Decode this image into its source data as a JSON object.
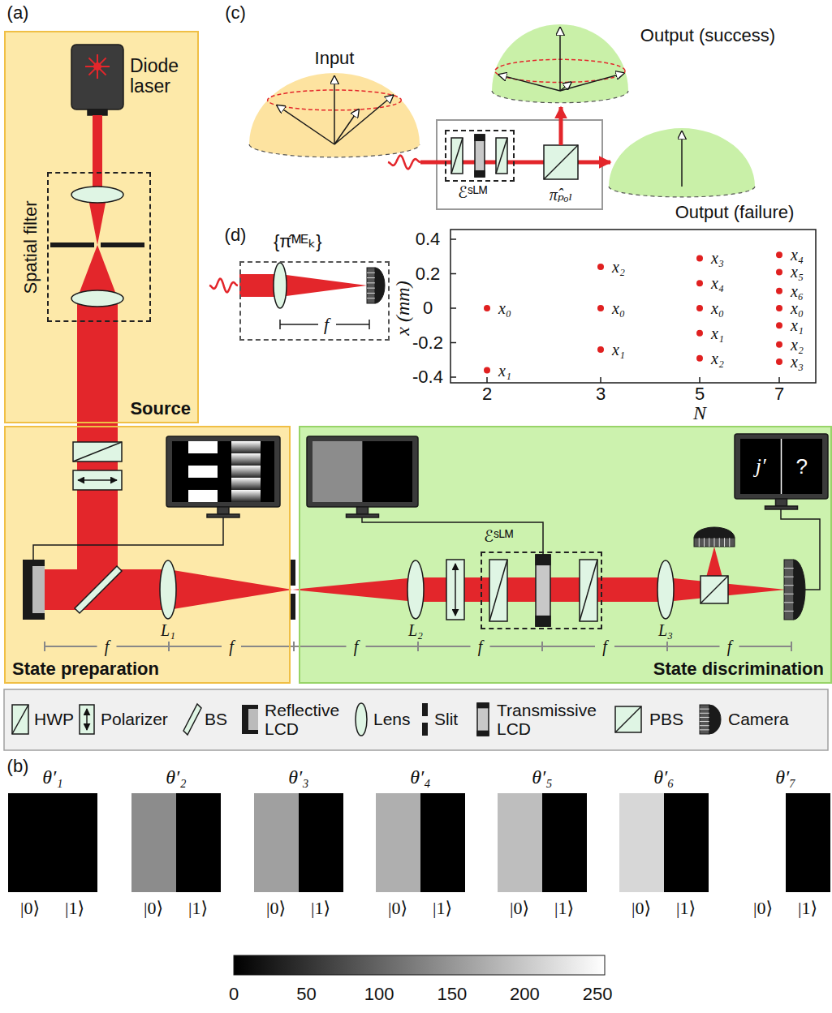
{
  "diagram": {
    "nodes": [
      {
        "text": [
          "Source"
        ]
      },
      {
        "text": [
          "Diode laser"
        ],
        "in": 0
      },
      {
        "text": [
          "Spatial filter"
        ],
        "in": 0
      },
      {
        "text": [
          "State preparation"
        ]
      },
      {
        "text": [
          "State discrimination"
        ]
      },
      {
        "text": [
          "ℰˢᴸᴹ"
        ],
        "in": 4
      },
      {
        "text": [
          "j′",
          "?"
        ],
        "in": 4
      },
      {
        "text": [
          "ℰˢᴸᴹ"
        ]
      },
      {
        "text": [
          "{π̂ᴹᴱₖ}",
          "f"
        ]
      }
    ],
    "labels": [
      "(a)",
      "(c)",
      "(d)",
      "(b)",
      "Input",
      "Output (success)",
      "Output (failure)",
      "π̂ₚₒₗ",
      "0.4",
      "0.2",
      "0",
      "-0.2",
      "-0.4",
      "x (mm)",
      "2",
      "3",
      "5",
      "7",
      "N",
      "x₀",
      "x₁",
      "x₂",
      "x₀",
      "x₁",
      "x₃",
      "x₄",
      "x₀",
      "x₁",
      "x₂",
      "x₄",
      "x₅",
      "x₆",
      "x₀",
      "x₁",
      "x₂",
      "x₃",
      "L₁",
      "L₂",
      "L₃",
      "f",
      "f",
      "f",
      "f",
      "f",
      "f",
      "θ′₁",
      "θ′₂",
      "θ′₃",
      "θ′₄",
      "θ′₅",
      "θ′₆",
      "θ′₇",
      "|0⟩",
      "|1⟩",
      "|0⟩",
      "|1⟩",
      "|0⟩",
      "|1⟩",
      "|0⟩",
      "|1⟩",
      "|0⟩",
      "|1⟩",
      "|0⟩",
      "|1⟩",
      "|0⟩",
      "|1⟩",
      "0",
      "50",
      "100",
      "150",
      "200",
      "250"
    ],
    "legend": [
      {
        "text": "HWP"
      },
      {
        "text": "Polarizer"
      },
      {
        "text": "BS"
      },
      {
        "text": "Reflective LCD"
      },
      {
        "text": "Lens"
      },
      {
        "text": "Slit"
      },
      {
        "text": "Transmissive LCD"
      },
      {
        "text": "PBS"
      },
      {
        "text": "Camera"
      }
    ]
  }
}
